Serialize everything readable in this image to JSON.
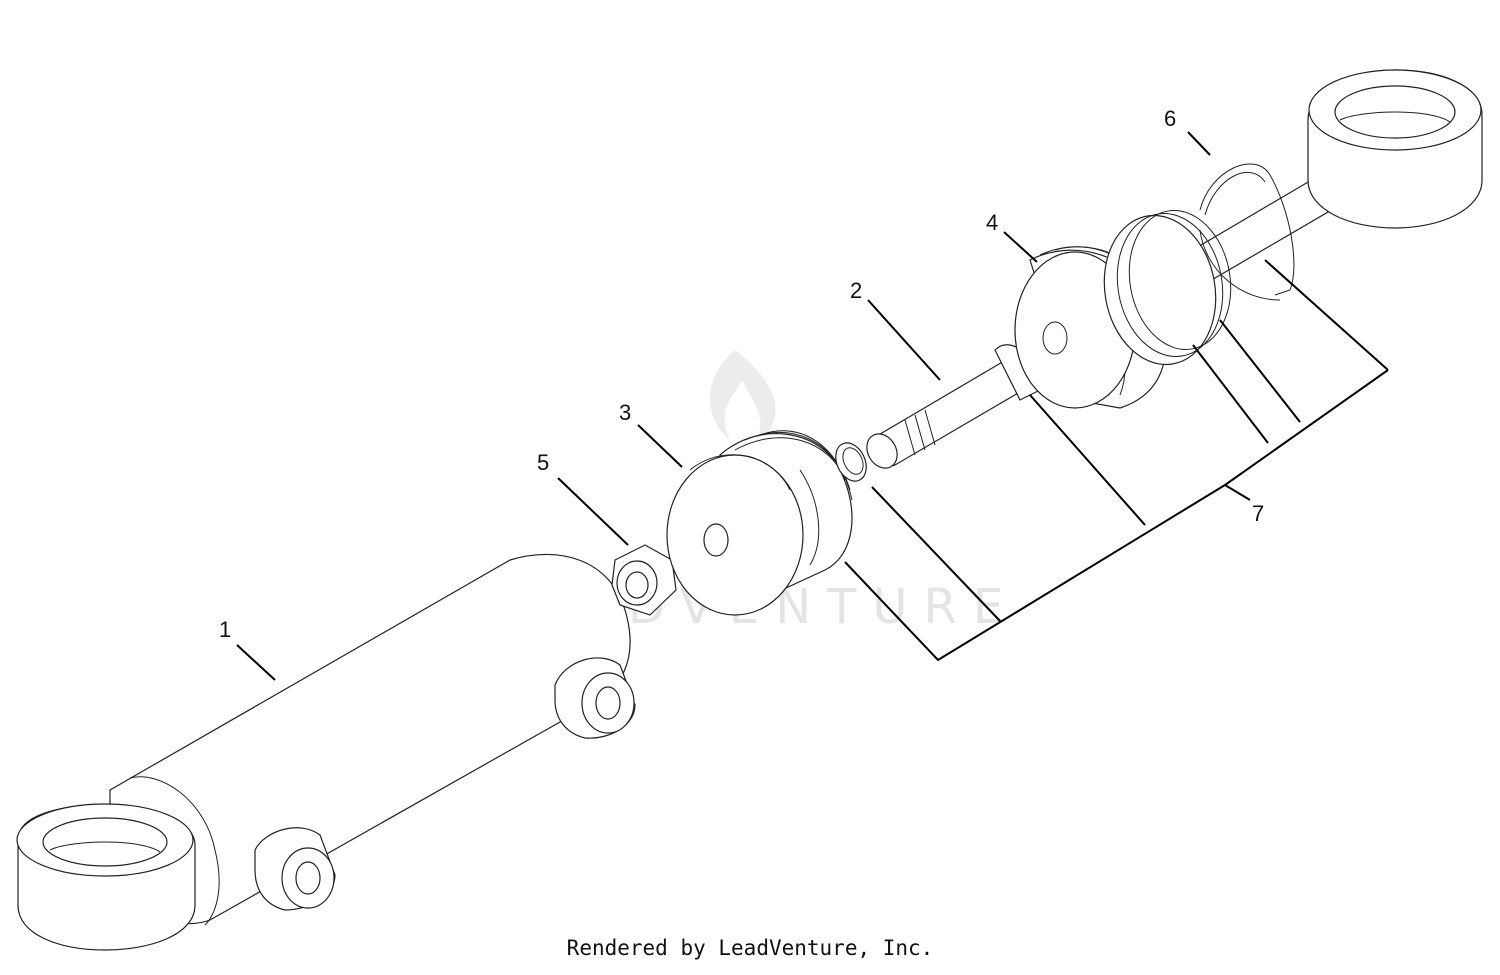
{
  "callouts": [
    "1",
    "2",
    "3",
    "4",
    "5",
    "6",
    "7"
  ],
  "watermark": "LEADVENTURE",
  "footer": "Rendered by LeadVenture, Inc."
}
